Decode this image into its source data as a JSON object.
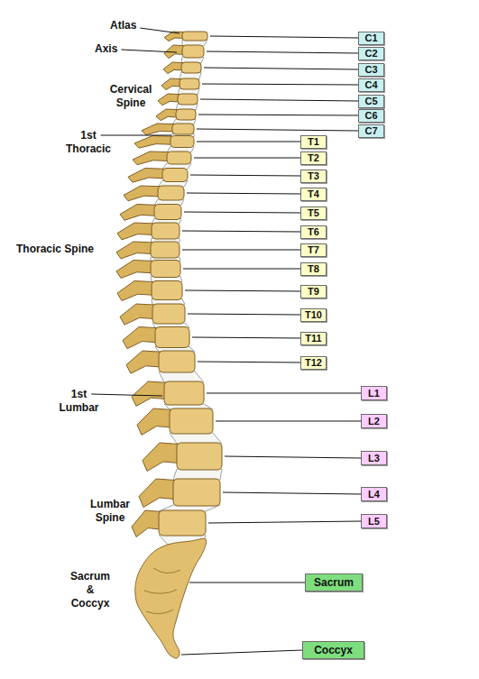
{
  "diagram": {
    "nodes": [
      {
        "text": [
          "C1"
        ]
      },
      {
        "text": [
          "C2"
        ]
      },
      {
        "text": [
          "C3"
        ]
      },
      {
        "text": [
          "C4"
        ]
      },
      {
        "text": [
          "C5"
        ]
      },
      {
        "text": [
          "C6"
        ]
      },
      {
        "text": [
          "C7"
        ]
      },
      {
        "text": [
          "T1"
        ]
      },
      {
        "text": [
          "T2"
        ]
      },
      {
        "text": [
          "T3"
        ]
      },
      {
        "text": [
          "T4"
        ]
      },
      {
        "text": [
          "T5"
        ]
      },
      {
        "text": [
          "T6"
        ]
      },
      {
        "text": [
          "T7"
        ]
      },
      {
        "text": [
          "T8"
        ]
      },
      {
        "text": [
          "T9"
        ]
      },
      {
        "text": [
          "T10"
        ]
      },
      {
        "text": [
          "T11"
        ]
      },
      {
        "text": [
          "T12"
        ]
      },
      {
        "text": [
          "L1"
        ]
      },
      {
        "text": [
          "L2"
        ]
      },
      {
        "text": [
          "L3"
        ]
      },
      {
        "text": [
          "L4"
        ]
      },
      {
        "text": [
          "L5"
        ]
      },
      {
        "text": [
          "Sacrum"
        ]
      },
      {
        "text": [
          "Coccyx"
        ]
      }
    ],
    "labels": [
      "Atlas",
      "Axis",
      "Cervical Spine",
      "1st Thoracic",
      "Thoracic Spine",
      "1st Lumbar",
      "Lumbar Spine",
      "Sacrum & Coccyx"
    ]
  }
}
